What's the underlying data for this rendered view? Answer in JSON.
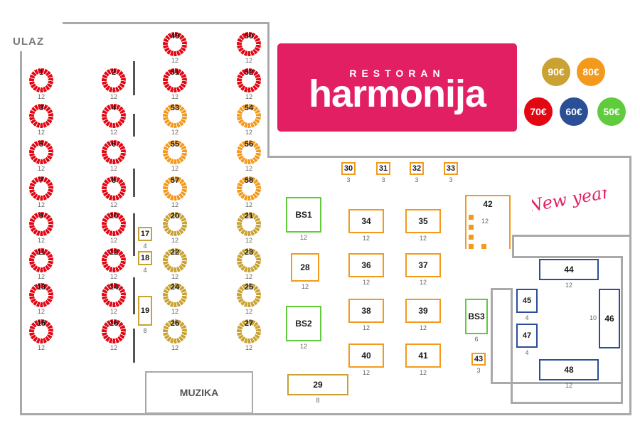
{
  "entrance_label": "ULAZ",
  "logo": {
    "line1": "RESTORAN",
    "line2": "harmonija"
  },
  "stage_label": "MUZIKA",
  "new_year": "New year",
  "colors": {
    "p90": "#c9a233",
    "p80": "#f39a1d",
    "p70": "#e30613",
    "p60": "#2a4f96",
    "p50": "#5fcb3d",
    "bs": "#5fcb3d",
    "wall": "#a9a9a9"
  },
  "prices": [
    {
      "label": "90€",
      "color": "p90"
    },
    {
      "label": "80€",
      "color": "p80"
    },
    {
      "label": "70€",
      "color": "p70"
    },
    {
      "label": "60€",
      "color": "p60"
    },
    {
      "label": "50€",
      "color": "p50"
    }
  ],
  "round_tables": [
    {
      "n": "1",
      "cap": "12",
      "c": "p70"
    },
    {
      "n": "2",
      "cap": "12",
      "c": "p70"
    },
    {
      "n": "3",
      "cap": "12",
      "c": "p70"
    },
    {
      "n": "4",
      "cap": "12",
      "c": "p70"
    },
    {
      "n": "5",
      "cap": "12",
      "c": "p70"
    },
    {
      "n": "6",
      "cap": "12",
      "c": "p70"
    },
    {
      "n": "7",
      "cap": "12",
      "c": "p70"
    },
    {
      "n": "8",
      "cap": "12",
      "c": "p70"
    },
    {
      "n": "9",
      "cap": "12",
      "c": "p70"
    },
    {
      "n": "10",
      "cap": "12",
      "c": "p70"
    },
    {
      "n": "11",
      "cap": "12",
      "c": "p70"
    },
    {
      "n": "12",
      "cap": "12",
      "c": "p70"
    },
    {
      "n": "13",
      "cap": "12",
      "c": "p70"
    },
    {
      "n": "14",
      "cap": "12",
      "c": "p70"
    },
    {
      "n": "15",
      "cap": "12",
      "c": "p70"
    },
    {
      "n": "16",
      "cap": "12",
      "c": "p70"
    },
    {
      "n": "49",
      "cap": "12",
      "c": "p70"
    },
    {
      "n": "50",
      "cap": "12",
      "c": "p70"
    },
    {
      "n": "51",
      "cap": "12",
      "c": "p70"
    },
    {
      "n": "52",
      "cap": "12",
      "c": "p70"
    },
    {
      "n": "53",
      "cap": "12",
      "c": "p80"
    },
    {
      "n": "54",
      "cap": "12",
      "c": "p80"
    },
    {
      "n": "55",
      "cap": "12",
      "c": "p80"
    },
    {
      "n": "56",
      "cap": "12",
      "c": "p80"
    },
    {
      "n": "57",
      "cap": "12",
      "c": "p80"
    },
    {
      "n": "58",
      "cap": "12",
      "c": "p80"
    },
    {
      "n": "20",
      "cap": "12",
      "c": "p90"
    },
    {
      "n": "21",
      "cap": "12",
      "c": "p90"
    },
    {
      "n": "22",
      "cap": "12",
      "c": "p90"
    },
    {
      "n": "23",
      "cap": "12",
      "c": "p90"
    },
    {
      "n": "24",
      "cap": "12",
      "c": "p90"
    },
    {
      "n": "25",
      "cap": "12",
      "c": "p90"
    },
    {
      "n": "26",
      "cap": "12",
      "c": "p90"
    },
    {
      "n": "27",
      "cap": "12",
      "c": "p90"
    }
  ],
  "rect_tables": [
    {
      "n": "17",
      "cap": "4",
      "c": "p90"
    },
    {
      "n": "18",
      "cap": "4",
      "c": "p90"
    },
    {
      "n": "19",
      "cap": "8",
      "c": "p90"
    },
    {
      "n": "30",
      "cap": "3",
      "c": "p80"
    },
    {
      "n": "31",
      "cap": "3",
      "c": "p80"
    },
    {
      "n": "32",
      "cap": "3",
      "c": "p80"
    },
    {
      "n": "33",
      "cap": "3",
      "c": "p80"
    },
    {
      "n": "BS1",
      "cap": "12",
      "c": "bs"
    },
    {
      "n": "28",
      "cap": "12",
      "c": "p80"
    },
    {
      "n": "BS2",
      "cap": "12",
      "c": "bs"
    },
    {
      "n": "29",
      "cap": "8",
      "c": "p90"
    },
    {
      "n": "34",
      "cap": "12",
      "c": "p80"
    },
    {
      "n": "35",
      "cap": "12",
      "c": "p80"
    },
    {
      "n": "36",
      "cap": "12",
      "c": "p80"
    },
    {
      "n": "37",
      "cap": "12",
      "c": "p80"
    },
    {
      "n": "38",
      "cap": "12",
      "c": "p80"
    },
    {
      "n": "39",
      "cap": "12",
      "c": "p80"
    },
    {
      "n": "40",
      "cap": "12",
      "c": "p80"
    },
    {
      "n": "41",
      "cap": "12",
      "c": "p80"
    },
    {
      "n": "42",
      "cap": "12",
      "c": "p80"
    },
    {
      "n": "BS3",
      "cap": "6",
      "c": "bs"
    },
    {
      "n": "43",
      "cap": "3",
      "c": "p80"
    },
    {
      "n": "44",
      "cap": "12",
      "c": "p60"
    },
    {
      "n": "45",
      "cap": "4",
      "c": "p60"
    },
    {
      "n": "46",
      "cap": "10",
      "c": "p60"
    },
    {
      "n": "47",
      "cap": "4",
      "c": "p60"
    },
    {
      "n": "48",
      "cap": "12",
      "c": "p60"
    }
  ]
}
